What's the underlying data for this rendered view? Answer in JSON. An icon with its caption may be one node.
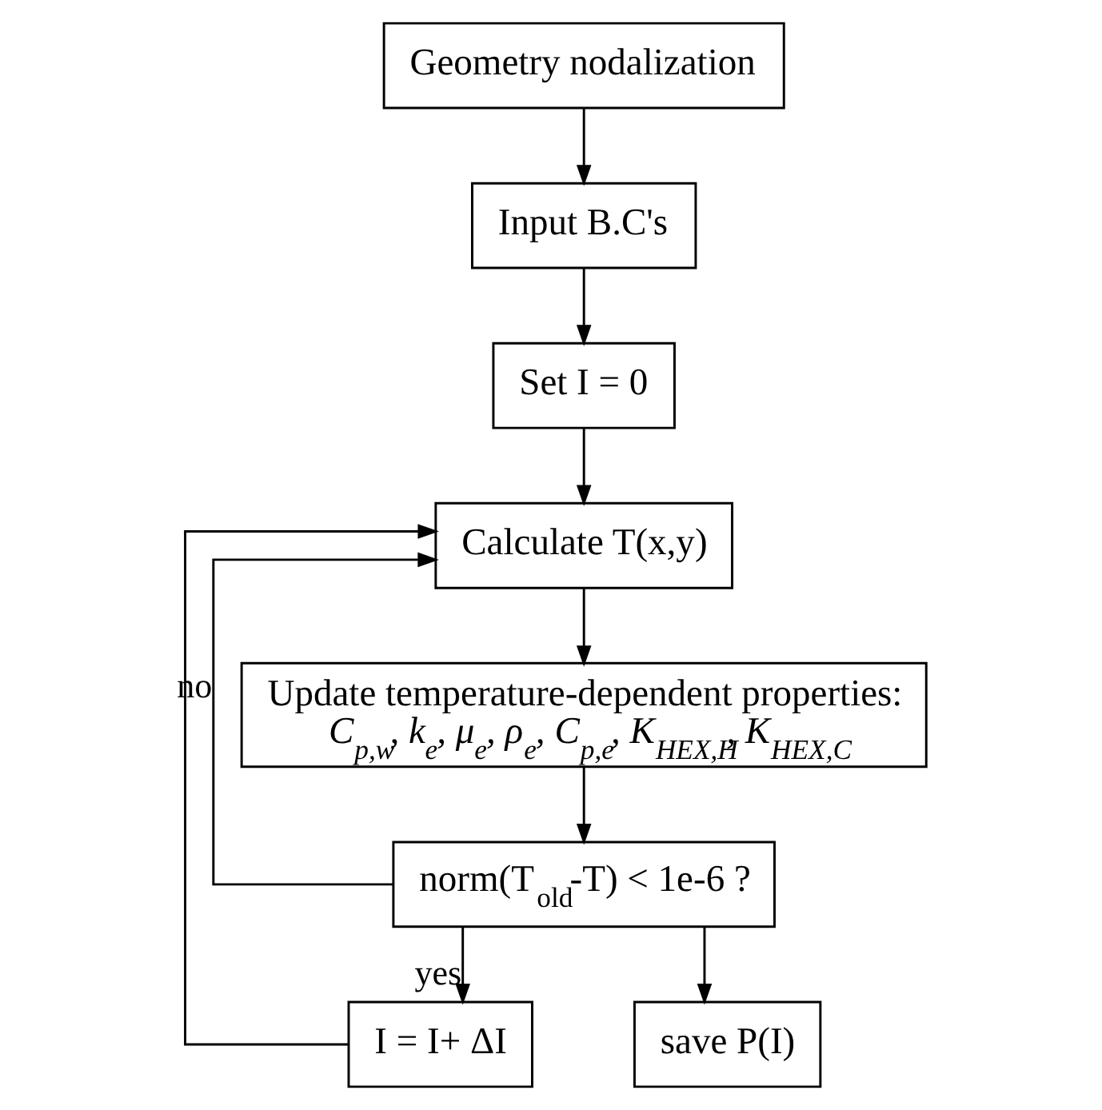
{
  "diagram": {
    "nodes": [
      {
        "text": [
          "Geometry nodalization"
        ]
      },
      {
        "text": [
          "Input B.C's"
        ]
      },
      {
        "text": [
          "Set I = 0"
        ]
      },
      {
        "text": [
          "Calculate T(x,y)"
        ]
      },
      {
        "text": [
          "Update temperature-dependent properties:",
          "C$_{p,w}$, k$_{e}$, μ$_{e}$, ρ$_{e}$, C$_{p,e}$, K$_{HEX,H}$, K$_{HEX,C}$"
        ]
      },
      {
        "text": [
          "norm(T$_{old}$-T) < 1e-6 ?"
        ]
      },
      {
        "text": [
          "I = I+ ΔI"
        ]
      },
      {
        "text": [
          "save P(I)"
        ]
      }
    ],
    "edges": [
      {
        "from": 0,
        "to": 1,
        "arrow": "to"
      },
      {
        "from": 1,
        "to": 2,
        "arrow": "to"
      },
      {
        "from": 2,
        "to": 3,
        "arrow": "to"
      },
      {
        "from": 3,
        "to": 4,
        "arrow": "to"
      },
      {
        "from": 4,
        "to": 5,
        "arrow": "to"
      },
      {
        "from": 5,
        "to": 6,
        "arrow": "to",
        "label": "yes"
      },
      {
        "from": 5,
        "to": 7,
        "arrow": "to"
      },
      {
        "from": 5,
        "to": 3,
        "arrow": "to",
        "label": "no"
      },
      {
        "from": 6,
        "to": 3,
        "arrow": "to"
      }
    ]
  }
}
